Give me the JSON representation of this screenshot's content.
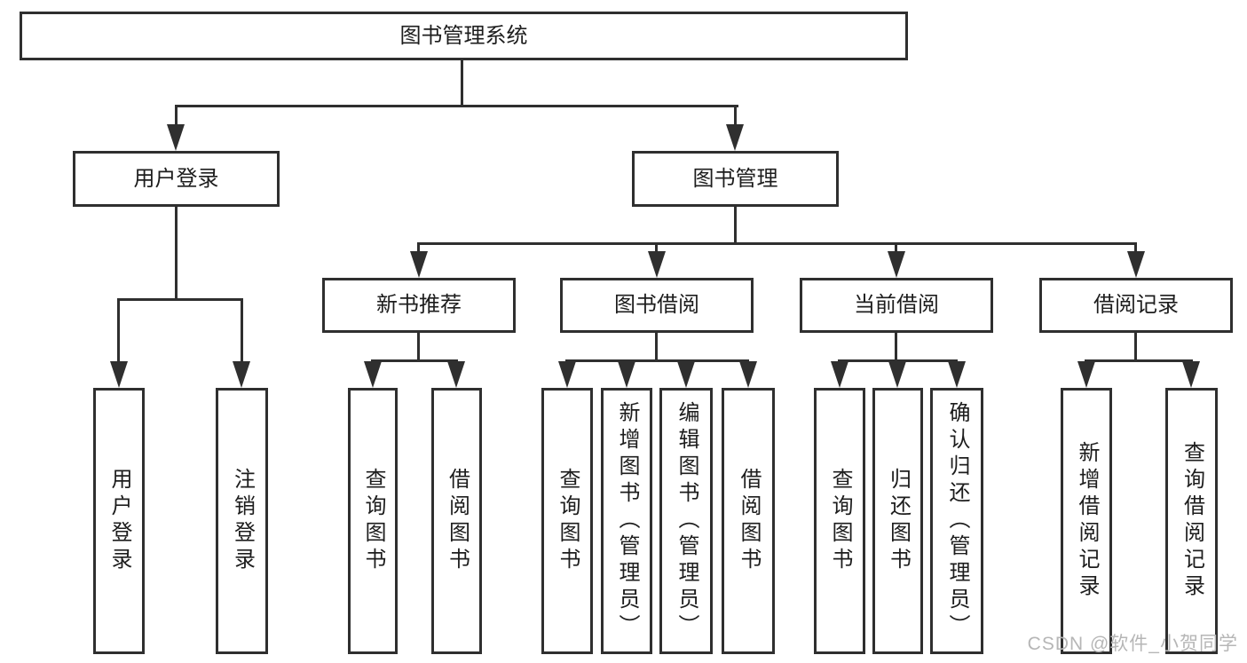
{
  "diagram_type": "tree-structure-chart",
  "colors": {
    "line": "#2f2f2f",
    "text": "#1d1d1d",
    "background": "#ffffff",
    "watermark": "#b6b6b6"
  },
  "tree": {
    "label": "图书管理系统",
    "children": [
      {
        "label": "用户登录",
        "children": [
          {
            "label": "用户登录"
          },
          {
            "label": "注销登录"
          }
        ]
      },
      {
        "label": "图书管理",
        "children": [
          {
            "label": "新书推荐",
            "children": [
              {
                "label": "查询图书"
              },
              {
                "label": "借阅图书"
              }
            ]
          },
          {
            "label": "图书借阅",
            "children": [
              {
                "label": "查询图书"
              },
              {
                "label": "新增图书（管理员）"
              },
              {
                "label": "编辑图书（管理员）"
              },
              {
                "label": "借阅图书"
              }
            ]
          },
          {
            "label": "当前借阅",
            "children": [
              {
                "label": "查询图书"
              },
              {
                "label": "归还图书"
              },
              {
                "label": "确认归还（管理员）"
              }
            ]
          },
          {
            "label": "借阅记录",
            "children": [
              {
                "label": "新增借阅记录"
              },
              {
                "label": "查询借阅记录"
              }
            ]
          }
        ]
      }
    ]
  },
  "watermark": "CSDN @软件_小贺同学"
}
